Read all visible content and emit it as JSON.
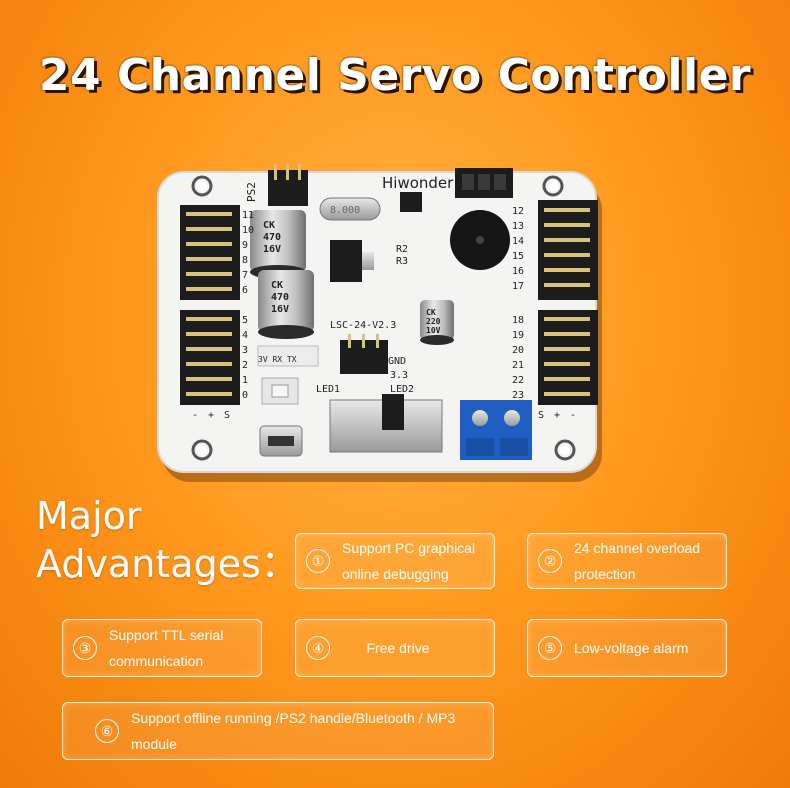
{
  "title": "24 Channel Servo Controller",
  "section_title": "Major Advantages：",
  "advantages": [
    {
      "num": "①",
      "text": "Support PC graphical online debugging"
    },
    {
      "num": "②",
      "text": "24 channel overload protection"
    },
    {
      "num": "③",
      "text": "Support TTL serial communication"
    },
    {
      "num": "④",
      "text": "Free drive"
    },
    {
      "num": "⑤",
      "text": "Low-voltage alarm"
    },
    {
      "num": "⑥",
      "text": "Support offline running /PS2 handle/Bluetooth / MP3 module"
    }
  ],
  "board": {
    "brand": "Hiwonder",
    "model": "LSC-24-V2.3",
    "ps2": "PS2",
    "crystal": "8.000",
    "cap_label": [
      "CK",
      "470",
      "16V"
    ],
    "cap_small": [
      "CK",
      "220",
      "10V"
    ],
    "pins_left_top": [
      "11",
      "10",
      "9",
      "8",
      "7",
      "6"
    ],
    "pins_left_bottom": [
      "5",
      "4",
      "3",
      "2",
      "1",
      "0"
    ],
    "pins_right_top": [
      "12",
      "13",
      "14",
      "15",
      "16",
      "17"
    ],
    "pins_right_bottom": [
      "18",
      "19",
      "20",
      "21",
      "22",
      "23"
    ],
    "polarity": [
      "-",
      "+",
      "S"
    ],
    "r_labels": [
      "R2",
      "R3"
    ],
    "led_labels": [
      "LED1",
      "LED2"
    ],
    "gnd": "GND",
    "v33": "3.3",
    "pin_header": "3V RX TX"
  },
  "colors": {
    "background": "#ff9a1f",
    "board": "#f4f4f2",
    "terminal": "#1f5fc4"
  }
}
